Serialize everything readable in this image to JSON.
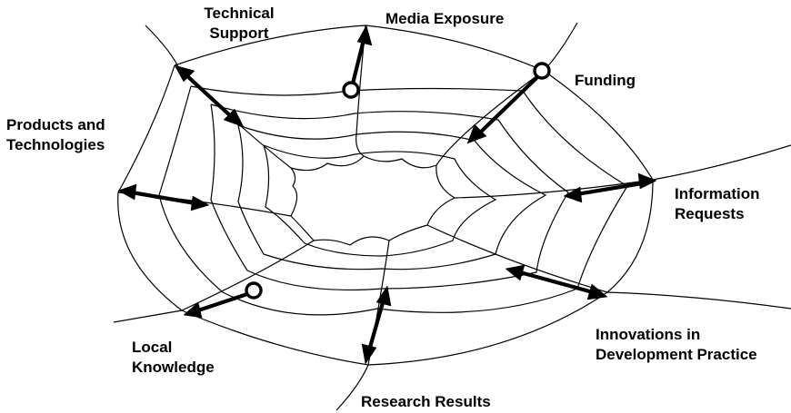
{
  "labels": {
    "technical_support": [
      "Technical",
      "Support"
    ],
    "media_exposure": "Media Exposure",
    "funding": "Funding",
    "products_and_technologies": [
      "Products and",
      "Technologies"
    ],
    "information_requests": [
      "Information",
      "Requests"
    ],
    "local_knowledge": [
      "Local",
      "Knowledge"
    ],
    "innovations": [
      "Innovations in",
      "Development Practice"
    ],
    "research_results": "Research Results"
  },
  "connections": [
    {
      "name": "technical-support",
      "direction": "both"
    },
    {
      "name": "media-exposure",
      "direction": "outward"
    },
    {
      "name": "funding",
      "direction": "inward"
    },
    {
      "name": "products-and-technologies",
      "direction": "both"
    },
    {
      "name": "information-requests",
      "direction": "both"
    },
    {
      "name": "local-knowledge",
      "direction": "outward"
    },
    {
      "name": "innovations-in-development-practice",
      "direction": "both"
    },
    {
      "name": "research-results",
      "direction": "both"
    }
  ],
  "colors": {
    "line": "#000000",
    "background": "#ffffff"
  }
}
